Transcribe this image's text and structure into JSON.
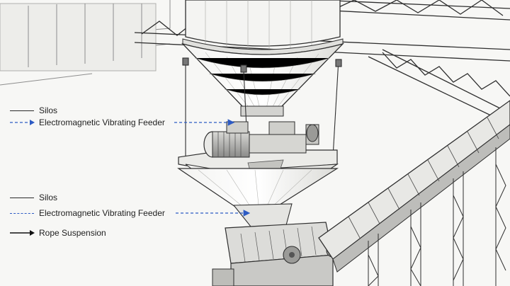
{
  "legend": {
    "items": [
      {
        "label": "Silos",
        "style": "solid",
        "color": "#2a2a2a"
      },
      {
        "label": "Electromagnetic Vibrating Feeder",
        "style": "dashed-arrow",
        "color": "#2d5bc4"
      },
      {
        "label": "Silos",
        "style": "solid",
        "color": "#2a2a2a"
      },
      {
        "label": "Electromagnetic Vibrating Feeder",
        "style": "dashed",
        "color": "#2d5bc4"
      },
      {
        "label": "Rope Suspension",
        "style": "arrow",
        "color": "#111111"
      }
    ]
  },
  "colors": {
    "line": "#3a3a3a",
    "accent": "#2d5bc4",
    "background": "#f7f7f5"
  }
}
